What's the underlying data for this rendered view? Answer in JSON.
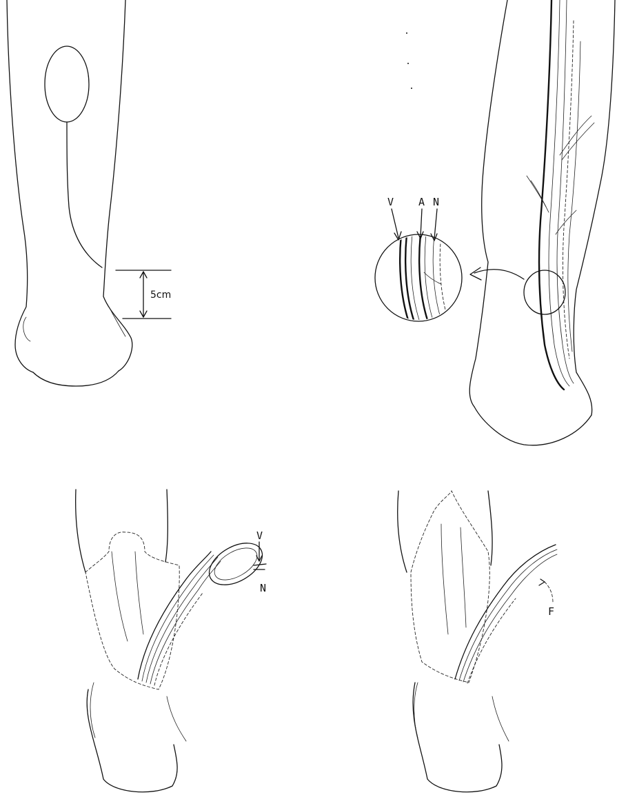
{
  "measurement_label": "5cm",
  "vessel_labels": {
    "vein": "V",
    "artery": "A",
    "nerve": "N"
  },
  "flap_labels": {
    "vein": "V",
    "nerve": "N"
  },
  "fascia_label": "F",
  "colors": {
    "ink": "#111111",
    "background": "#ffffff"
  }
}
